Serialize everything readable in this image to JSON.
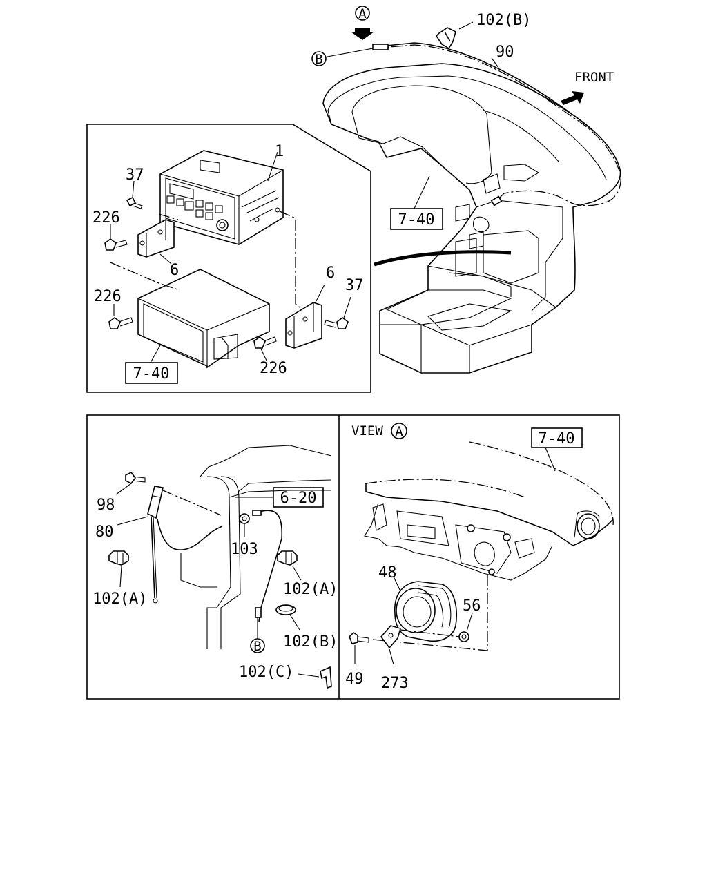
{
  "top_view": {
    "arrow_a": "A",
    "arrow_b": "B",
    "clip_label": "102(B)",
    "antenna_cable_label": "90",
    "front_label": "FRONT",
    "ref_label": "7-40"
  },
  "radio_box": {
    "radio_label": "1",
    "bolt_37_left": "37",
    "bolt_226_upper": "226",
    "bracket_6_left": "6",
    "bolt_226_lower": "226",
    "bracket_6_right": "6",
    "bolt_37_right": "37",
    "bolt_226_right": "226",
    "ref_label": "7-40"
  },
  "antenna_box": {
    "bolt_98": "98",
    "antenna_80": "80",
    "ref_label": "6-20",
    "grommet_103": "103",
    "clip_a_left": "102(A)",
    "clip_a_right": "102(A)",
    "clip_b": "102(B)",
    "cable_end": "B",
    "clip_c": "102(C)"
  },
  "view_a_box": {
    "view_prefix": "VIEW",
    "view_letter": "A",
    "ref_label": "7-40",
    "speaker_48": "48",
    "nut_56": "56",
    "screw_49": "49",
    "clip_273": "273"
  }
}
